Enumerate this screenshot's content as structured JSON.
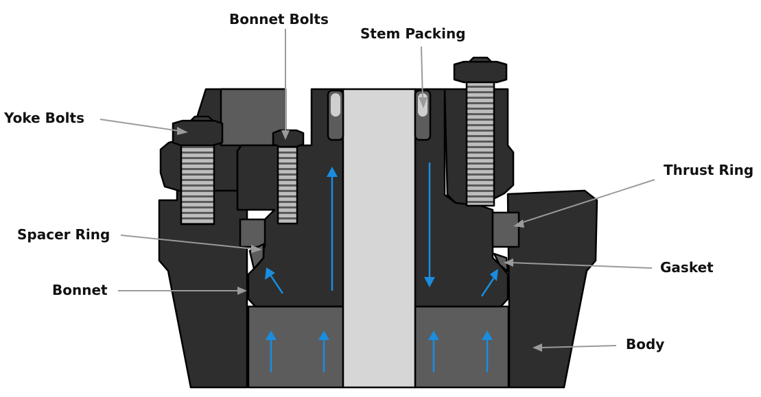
{
  "labels": {
    "bonnet_bolts": "Bonnet Bolts",
    "stem_packing": "Stem Packing",
    "yoke_bolts": "Yoke Bolts",
    "thrust_ring": "Thrust Ring",
    "spacer_ring": "Spacer Ring",
    "gasket": "Gasket",
    "bonnet": "Bonnet",
    "body": "Body"
  },
  "colors": {
    "dark_part": "#2e2e2e",
    "mid_part": "#5c5c5c",
    "stem": "#d6d6d6",
    "flow_arrow": "#1a8de0",
    "leader_line": "#9a9a9a",
    "bolt_thread": "#bdbdbd"
  }
}
